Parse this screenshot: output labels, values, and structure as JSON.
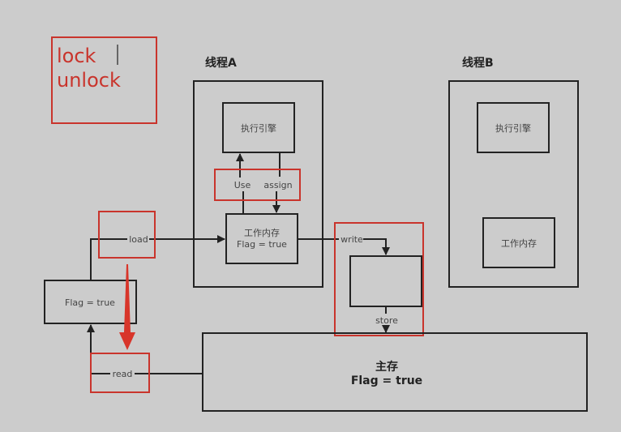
{
  "legend": {
    "line1": "lock",
    "line2": "unlock"
  },
  "threadA": {
    "title": "线程A",
    "engine": "执行引擎",
    "workmem_title": "工作内存",
    "workmem_value": "Flag = true",
    "use": "Use",
    "assign": "assign"
  },
  "threadB": {
    "title": "线程B",
    "engine": "执行引擎",
    "workmem_title": "工作内存"
  },
  "ops": {
    "load": "load",
    "read": "read",
    "write": "write",
    "store": "store"
  },
  "side_box": {
    "value": "Flag = true"
  },
  "main_memory": {
    "title": "主存",
    "value": "Flag = true"
  },
  "colors": {
    "background": "#cccccc",
    "highlight": "#c9342c",
    "line": "#222222"
  }
}
